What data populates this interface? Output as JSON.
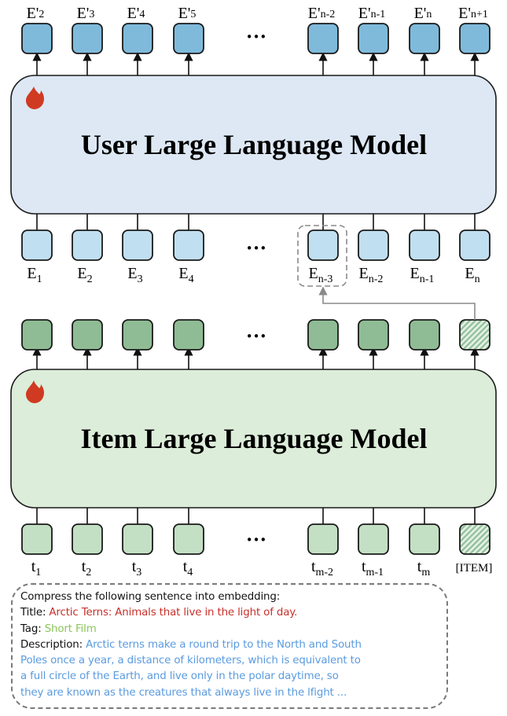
{
  "colors": {
    "output_box": "#7fbadb",
    "user_input_box": "#c0dff0",
    "user_model_bg": "#dde8f4",
    "item_output_box": "#8fbc94",
    "item_input_box": "#c3dfc4",
    "item_model_bg": "#dcedd9",
    "flame": "#d03a22",
    "stroke": "#1a1a1a",
    "connector": "#8a8a8a",
    "title_text": "#c8302a",
    "tag_text": "#8cc55a",
    "description_text": "#5a9be0"
  },
  "ellipsis": "•••",
  "user_model": {
    "title": "User Large Language Model",
    "trainable_icon": "flame-icon",
    "outputs": [
      {
        "base": "E'",
        "sub": "2"
      },
      {
        "base": "E'",
        "sub": "3"
      },
      {
        "base": "E'",
        "sub": "4"
      },
      {
        "base": "E'",
        "sub": "5"
      },
      {
        "base": "E'",
        "sub": "n-2"
      },
      {
        "base": "E'",
        "sub": "n-1"
      },
      {
        "base": "E'",
        "sub": "n"
      },
      {
        "base": "E'",
        "sub": "n+1"
      }
    ],
    "inputs": [
      {
        "base": "E",
        "sub": "1"
      },
      {
        "base": "E",
        "sub": "2"
      },
      {
        "base": "E",
        "sub": "3"
      },
      {
        "base": "E",
        "sub": "4"
      },
      {
        "base": "E",
        "sub": "n-3"
      },
      {
        "base": "E",
        "sub": "n-2"
      },
      {
        "base": "E",
        "sub": "n-1"
      },
      {
        "base": "E",
        "sub": "n"
      }
    ]
  },
  "item_model": {
    "title": "Item Large Language Model",
    "trainable_icon": "flame-icon",
    "inputs": [
      {
        "base": "t",
        "sub": "1"
      },
      {
        "base": "t",
        "sub": "2"
      },
      {
        "base": "t",
        "sub": "3"
      },
      {
        "base": "t",
        "sub": "4"
      },
      {
        "base": "t",
        "sub": "m-2"
      },
      {
        "base": "t",
        "sub": "m-1"
      },
      {
        "base": "t",
        "sub": "m"
      },
      {
        "base": "[ITEM]",
        "sub": ""
      }
    ]
  },
  "prompt": {
    "instruction": "Compress the following sentence into embedding:",
    "title_label": "Title: ",
    "title_value": "Arctic Terns: Animals that live in the light of day.",
    "tag_label": "Tag: ",
    "tag_value": "Short Film",
    "description_label": "Description: ",
    "description_lines": [
      "Arctic terns make a round trip to the North and South",
      "Poles once a year, a distance of kilometers, which is equivalent to",
      "a full circle of the Earth, and live only in the polar daytime, so",
      "they are known as the creatures that always live in the lfight ..."
    ]
  }
}
